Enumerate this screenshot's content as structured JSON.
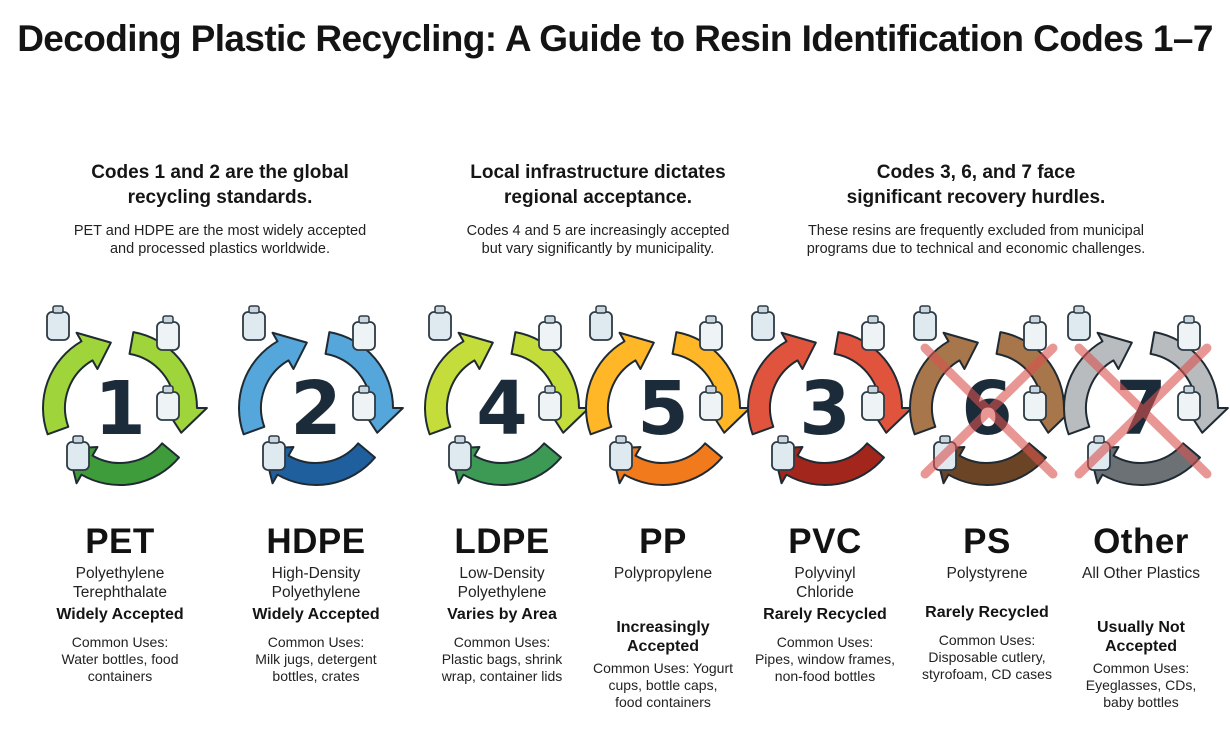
{
  "title": "Decoding Plastic Recycling: A Guide to Resin Identification Codes 1–7",
  "groups": [
    {
      "heading_line1": "Codes 1 and 2 are the global",
      "heading_line2": "recycling standards.",
      "sub_line1": "PET and HDPE are the most widely accepted",
      "sub_line2": "and processed plastics worldwide."
    },
    {
      "heading_line1": "Local infrastructure dictates",
      "heading_line2": "regional acceptance.",
      "sub_line1": "Codes 4 and 5 are increasingly accepted",
      "sub_line2": "but vary significantly by municipality."
    },
    {
      "heading_line1": "Codes 3, 6, and 7 face",
      "heading_line2": "significant recovery hurdles.",
      "sub_line1": "These resins are frequently excluded from municipal",
      "sub_line2": "programs due to technical and economic challenges."
    }
  ],
  "codes": [
    {
      "number": "1",
      "abbr": "PET",
      "full_line1": "Polyethylene",
      "full_line2": "Terephthalate",
      "status_line1": "Widely Accepted",
      "status_line2": "",
      "uses_label": "Common Uses:",
      "uses_line1": "Water bottles, food",
      "uses_line2": "containers",
      "uses_line3": "",
      "arrow_colors": [
        "#9fd43a",
        "#3f9c3a"
      ],
      "crossed": false,
      "icon": "plastic-bottle-and-food-container-icons"
    },
    {
      "number": "2",
      "abbr": "HDPE",
      "full_line1": "High-Density",
      "full_line2": "Polyethylene",
      "status_line1": "Widely Accepted",
      "status_line2": "",
      "uses_label": "Common Uses:",
      "uses_line1": "Milk jugs, detergent",
      "uses_line2": "bottles, crates",
      "uses_line3": "",
      "arrow_colors": [
        "#55a6da",
        "#1f5f9e"
      ],
      "crossed": false,
      "icon": "jug-and-carton-icons"
    },
    {
      "number": "4",
      "abbr": "LDPE",
      "full_line1": "Low-Density",
      "full_line2": "Polyethylene",
      "status_line1": "Varies by Area",
      "status_line2": "",
      "uses_label": "Common Uses:",
      "uses_line1": "Plastic bags, shrink",
      "uses_line2": "wrap, container lids",
      "uses_line3": "",
      "arrow_colors": [
        "#c5dd3b",
        "#3d9a55"
      ],
      "crossed": false,
      "icon": "plastic-bag-and-wrap-roll-icons"
    },
    {
      "number": "5",
      "abbr": "PP",
      "full_line1": "Polypropylene",
      "full_line2": "",
      "status_line1": "Increasingly",
      "status_line2": "Accepted",
      "uses_label": "Common Uses: Yogurt",
      "uses_line1": "cups, bottle caps,",
      "uses_line2": "food containers",
      "uses_line3": "",
      "arrow_colors": [
        "#ffb728",
        "#f07a1c"
      ],
      "crossed": false,
      "icon": "yogurt-cup-and-bottle-cap-icons"
    },
    {
      "number": "3",
      "abbr": "PVC",
      "full_line1": "Polyvinyl",
      "full_line2": "Chloride",
      "status_line1": "Rarely Recycled",
      "status_line2": "",
      "uses_label": "Common Uses:",
      "uses_line1": "Pipes, window frames,",
      "uses_line2": "non-food bottles",
      "uses_line3": "",
      "arrow_colors": [
        "#e0533c",
        "#a3261c"
      ],
      "crossed": false,
      "icon": "pipe-and-window-frame-icons"
    },
    {
      "number": "6",
      "abbr": "PS",
      "full_line1": "Polystyrene",
      "full_line2": "",
      "status_line1": "Rarely Recycled",
      "status_line2": "",
      "uses_label": "Common Uses:",
      "uses_line1": "Disposable cutlery,",
      "uses_line2": "styrofoam, CD cases",
      "uses_line3": "",
      "arrow_colors": [
        "#a8764b",
        "#6b4426"
      ],
      "crossed": true,
      "icon": "foam-container-and-coffee-cup-icons"
    },
    {
      "number": "7",
      "abbr": "Other",
      "full_line1": "All Other Plastics",
      "full_line2": "",
      "status_line1": "Usually Not",
      "status_line2": "Accepted",
      "uses_label": "Common Uses:",
      "uses_line1": "Eyeglasses, CDs,",
      "uses_line2": "baby bottles",
      "uses_line3": "",
      "arrow_colors": [
        "#b8bcbf",
        "#6c7176"
      ],
      "crossed": true,
      "icon": "leaf-and-bioplastic-icons"
    }
  ]
}
